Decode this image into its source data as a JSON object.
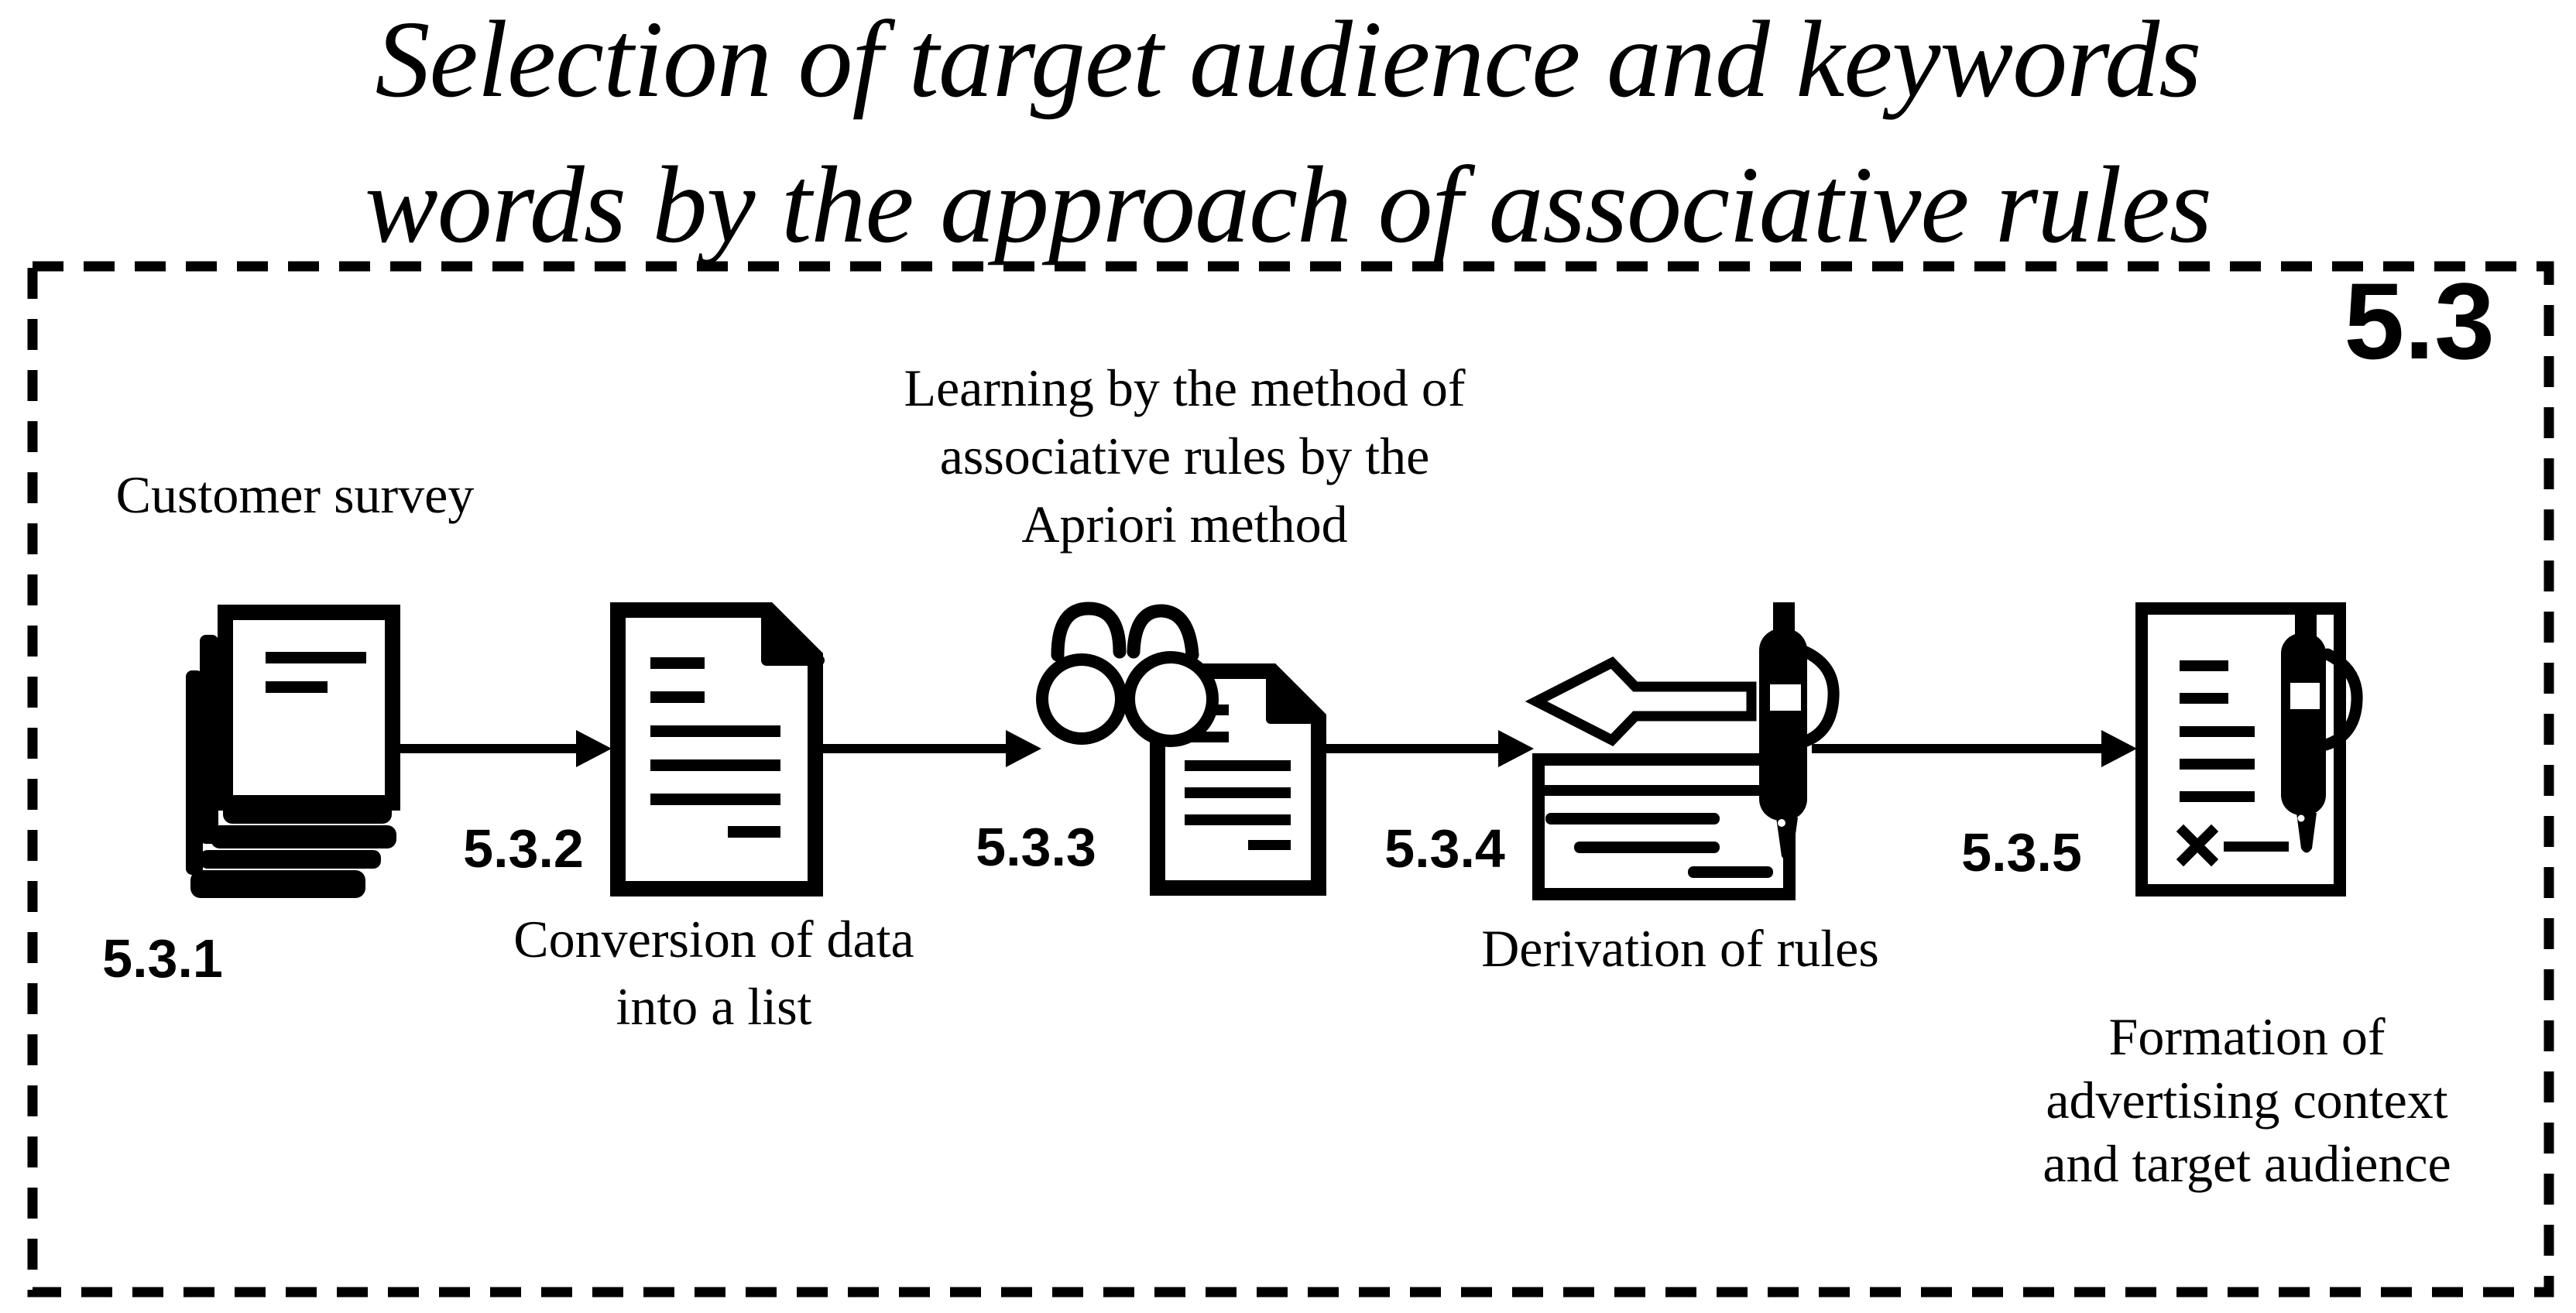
{
  "title": {
    "line1": "Selection of target audience and keywords",
    "line2": "words by the approach of associative rules"
  },
  "diagram": {
    "frame_label": "5.3",
    "colors": {
      "foreground": "#000000",
      "background": "#ffffff"
    },
    "nodes": [
      {
        "number": "5.3.1",
        "icon": "document-stack-icon",
        "caption_lines": [
          "Customer survey"
        ]
      },
      {
        "number": "5.3.2",
        "icon": "document-text-icon",
        "caption_lines": [
          "Conversion of data",
          "into a list"
        ]
      },
      {
        "number": "5.3.3",
        "icon": "glasses-document-icon",
        "caption_lines": [
          "Learning by the method of",
          "associative rules by the",
          "Apriori method"
        ]
      },
      {
        "number": "5.3.4",
        "icon": "back-arrow-table-pen-icon",
        "caption_lines": [
          "Derivation of rules"
        ]
      },
      {
        "number": "5.3.5",
        "icon": "contract-signature-pen-icon",
        "caption_lines": [
          "Formation of",
          "advertising context",
          "and target audience"
        ]
      }
    ]
  }
}
